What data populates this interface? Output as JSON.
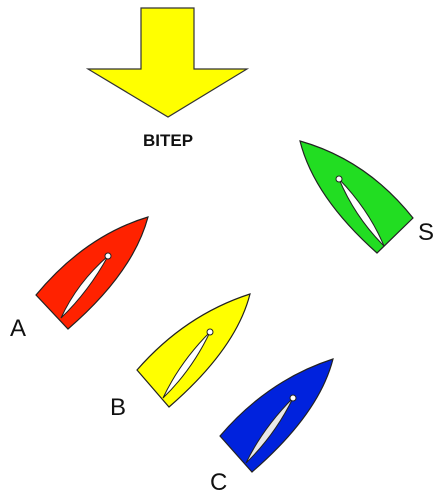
{
  "wind": {
    "label": "ВІТЕР",
    "arrow_color": "#ffff00"
  },
  "boats": [
    {
      "label": "A",
      "hull_color": "#ff2200",
      "sail_color": "#ffffff"
    },
    {
      "label": "B",
      "hull_color": "#ffff00",
      "sail_color": "#ffffff"
    },
    {
      "label": "C",
      "hull_color": "#0022dd",
      "sail_color": "#ffffff"
    },
    {
      "label": "S",
      "hull_color": "#22dd22",
      "sail_color": "#ffffff"
    }
  ]
}
